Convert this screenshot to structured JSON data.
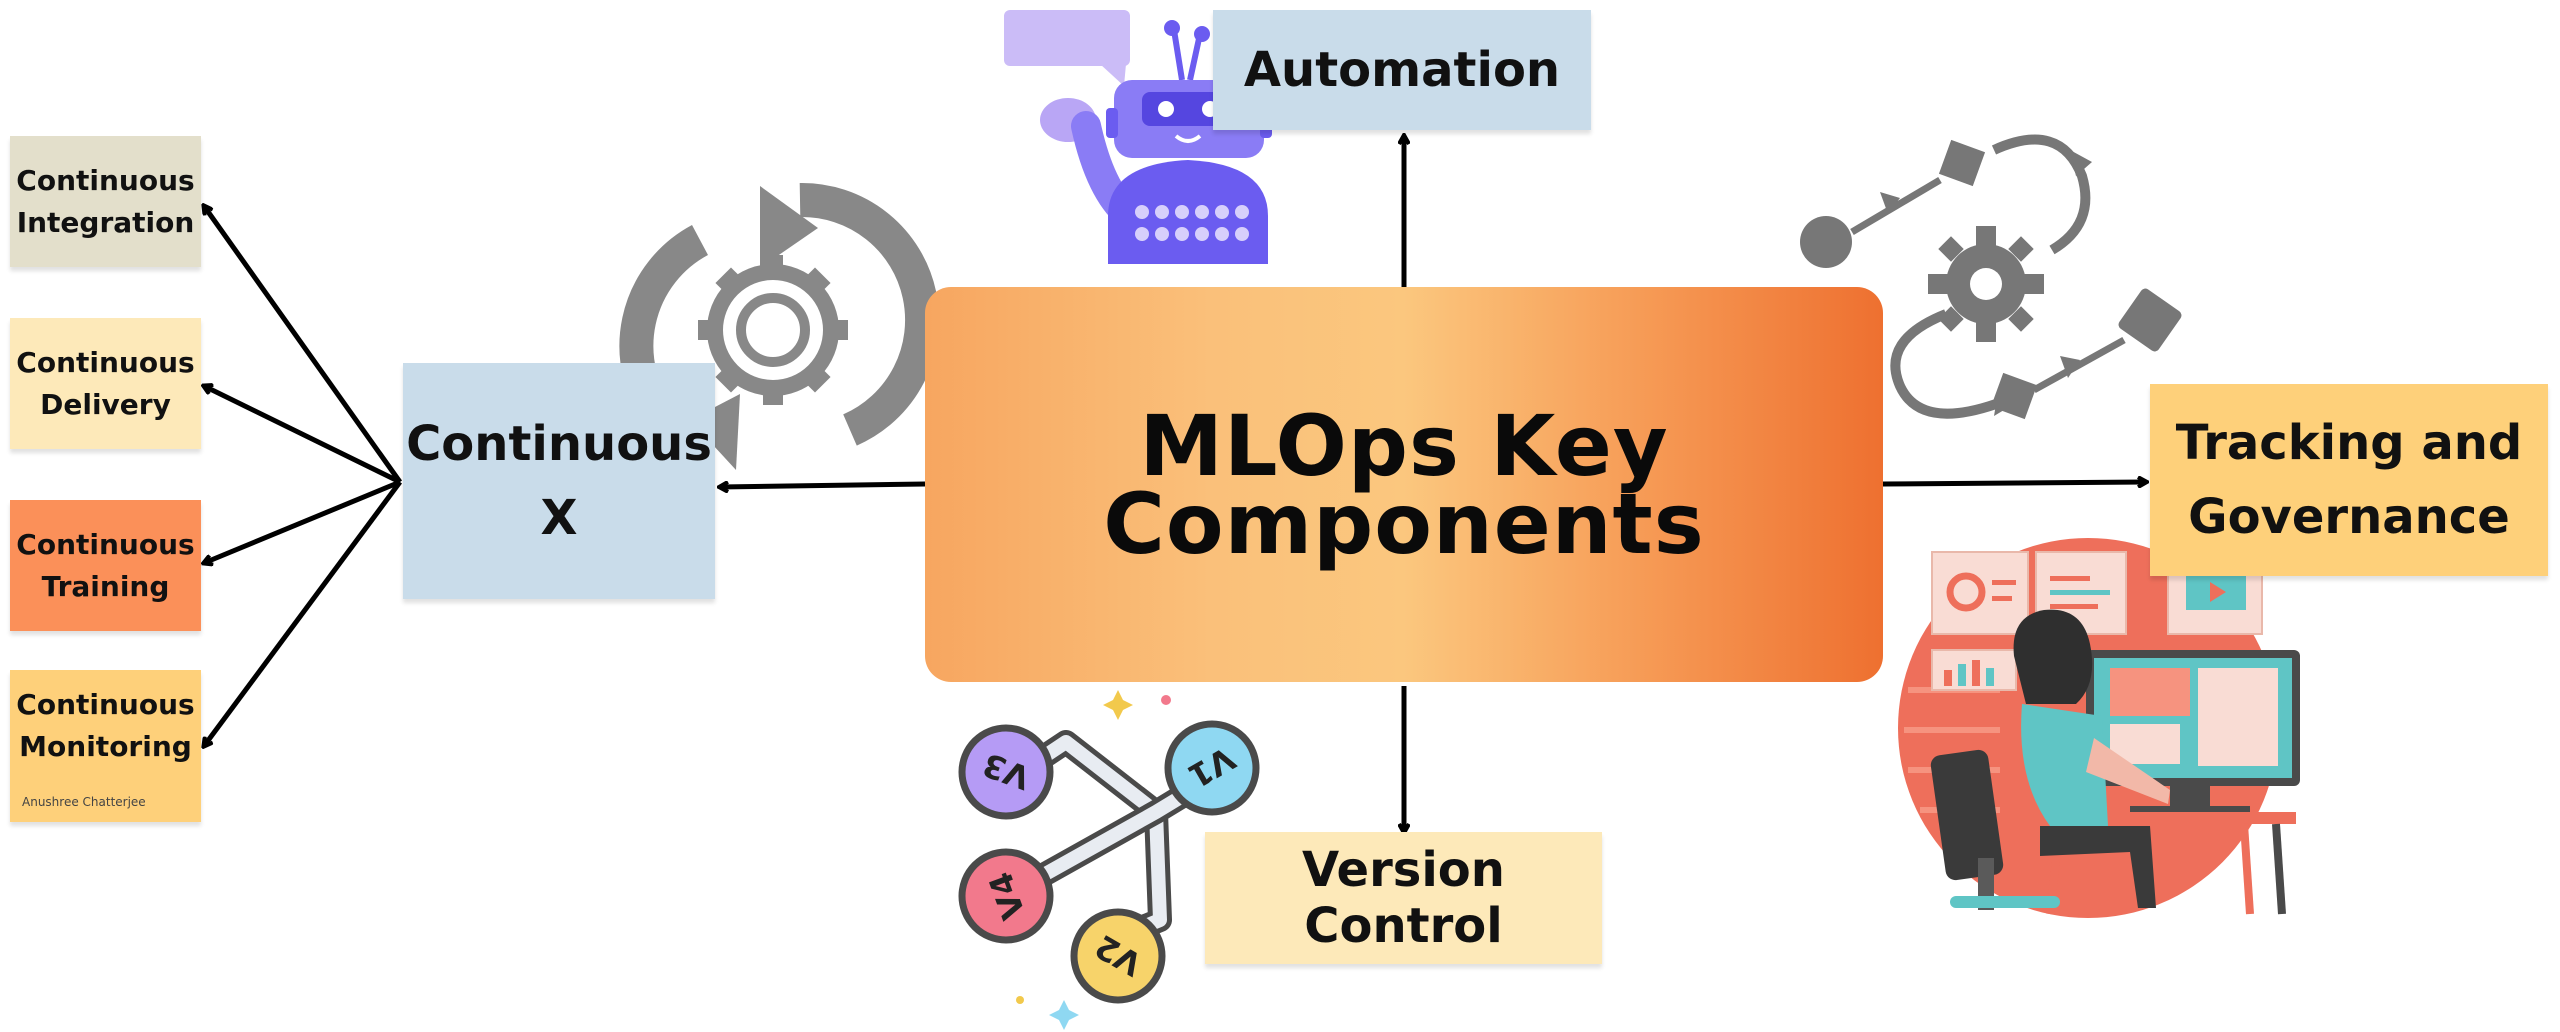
{
  "center": {
    "line1": "MLOps Key",
    "line2": "Components"
  },
  "continuous_x": {
    "line1": "Continuous",
    "line2": "X"
  },
  "sub_items": [
    {
      "line1": "Continuous",
      "line2": "Integration"
    },
    {
      "line1": "Continuous",
      "line2": "Delivery"
    },
    {
      "line1": "Continuous",
      "line2": "Training"
    },
    {
      "line1": "Continuous",
      "line2": "Monitoring"
    }
  ],
  "automation": {
    "label": "Automation"
  },
  "tracking": {
    "line1": "Tracking and",
    "line2": "Governance"
  },
  "version_control": {
    "label": "Version Control",
    "nodes": [
      "V1",
      "V2",
      "V3",
      "V4"
    ]
  },
  "author": "Anushree Chatterjee",
  "colors": {
    "blue_note": "#c9dcea",
    "beige_note": "#e3dfcb",
    "cream_note": "#fde9b9",
    "orange_note": "#fb9059",
    "yellow_note": "#fed07a",
    "center_gradient_end": "#ee7030"
  },
  "icons": [
    "robot-icon",
    "gear-cycle-icon",
    "workflow-gear-icon",
    "version-branch-icon",
    "person-at-computer-illustration"
  ]
}
